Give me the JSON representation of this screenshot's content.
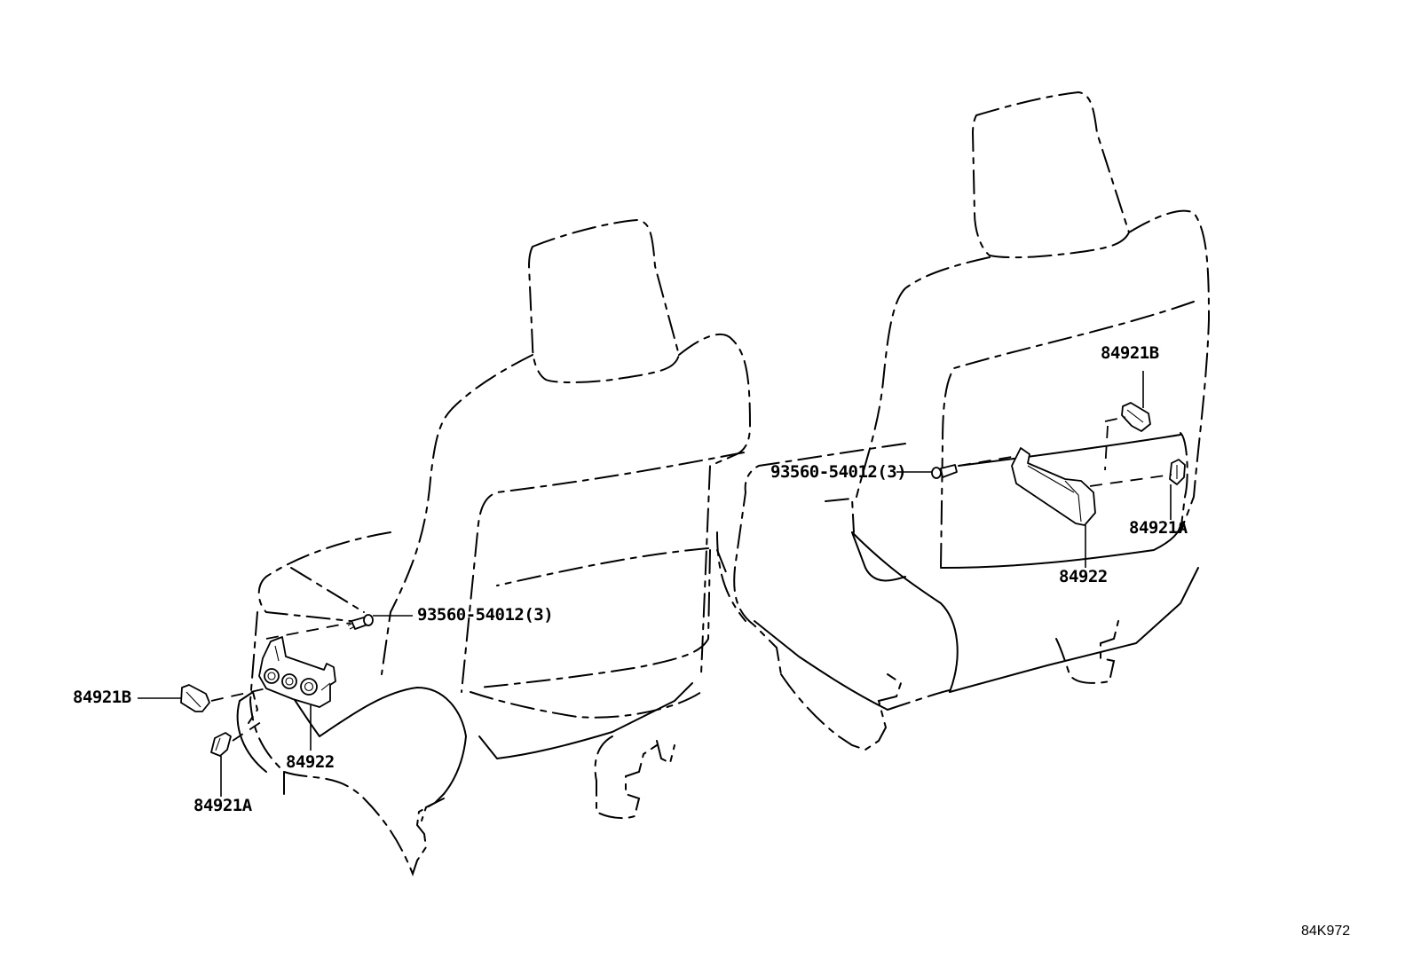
{
  "diagram": {
    "title": "Seat heater switch parts diagram",
    "reference_code": "84K972",
    "left_seat": {
      "callouts": [
        {
          "id": "screw",
          "label": "93560-54012(3)"
        },
        {
          "id": "knob_b",
          "label": "84921B"
        },
        {
          "id": "switch",
          "label": "84922"
        },
        {
          "id": "knob_a",
          "label": "84921A"
        }
      ]
    },
    "right_seat": {
      "callouts": [
        {
          "id": "screw",
          "label": "93560-54012(3)"
        },
        {
          "id": "knob_b",
          "label": "84921B"
        },
        {
          "id": "switch",
          "label": "84922"
        },
        {
          "id": "knob_a",
          "label": "84921A"
        }
      ]
    }
  }
}
